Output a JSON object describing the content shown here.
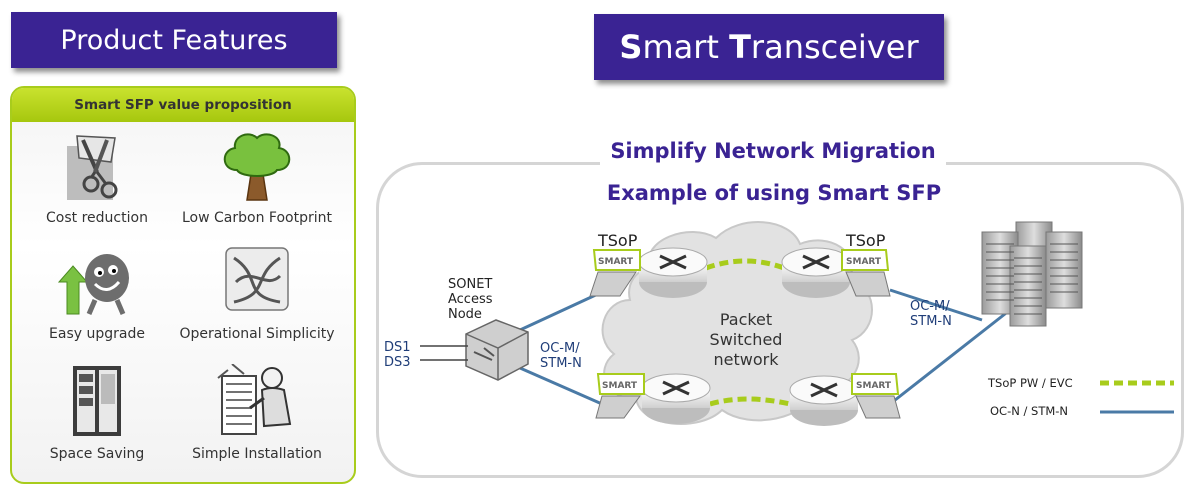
{
  "left_banner": {
    "title": "Product Features"
  },
  "right_banner": {
    "title_first_letter": "S",
    "title_first_rest": "mart",
    "title_second_letter": "T",
    "title_second_rest": "ransceiver"
  },
  "panel": {
    "header": "Smart SFP value proposition",
    "features": [
      {
        "label": "Cost reduction",
        "icon": "scissors-cutting-icon"
      },
      {
        "label": "Low Carbon Footprint",
        "icon": "green-tree-icon"
      },
      {
        "label": "Easy upgrade",
        "icon": "smiley-upgrade-arrow-icon"
      },
      {
        "label": "Operational Simplicity",
        "icon": "tangled-cable-icon"
      },
      {
        "label": "Space Saving",
        "icon": "server-rack-icon"
      },
      {
        "label": "Simple Installation",
        "icon": "installer-person-icon"
      }
    ]
  },
  "diagram": {
    "title_1": "Simplify Network Migration",
    "title_2": "Example of using Smart SFP",
    "tsop_left": "TSoP",
    "tsop_right": "TSoP",
    "sonet_line1": "SONET",
    "sonet_line2": "Access",
    "sonet_line3": "Node",
    "ds1": "DS1",
    "ds3": "DS3",
    "ocm_left_1": "OC-M/",
    "ocm_left_2": "STM-N",
    "ocm_right_1": "OC-M/",
    "ocm_right_2": "STM-N",
    "cloud_line1": "Packet",
    "cloud_line2": "Switched",
    "cloud_line3": "network",
    "sfp_label": "SMART",
    "legend": [
      {
        "label": "TSoP PW / EVC",
        "style": "dashed",
        "color": "#a8cc1c"
      },
      {
        "label": "OC-N / STM-N",
        "style": "solid",
        "color": "#4a7aa6"
      }
    ],
    "colors": {
      "title": "#3a2393",
      "green": "#a8cc1c",
      "blue": "#4a7aa6"
    }
  }
}
